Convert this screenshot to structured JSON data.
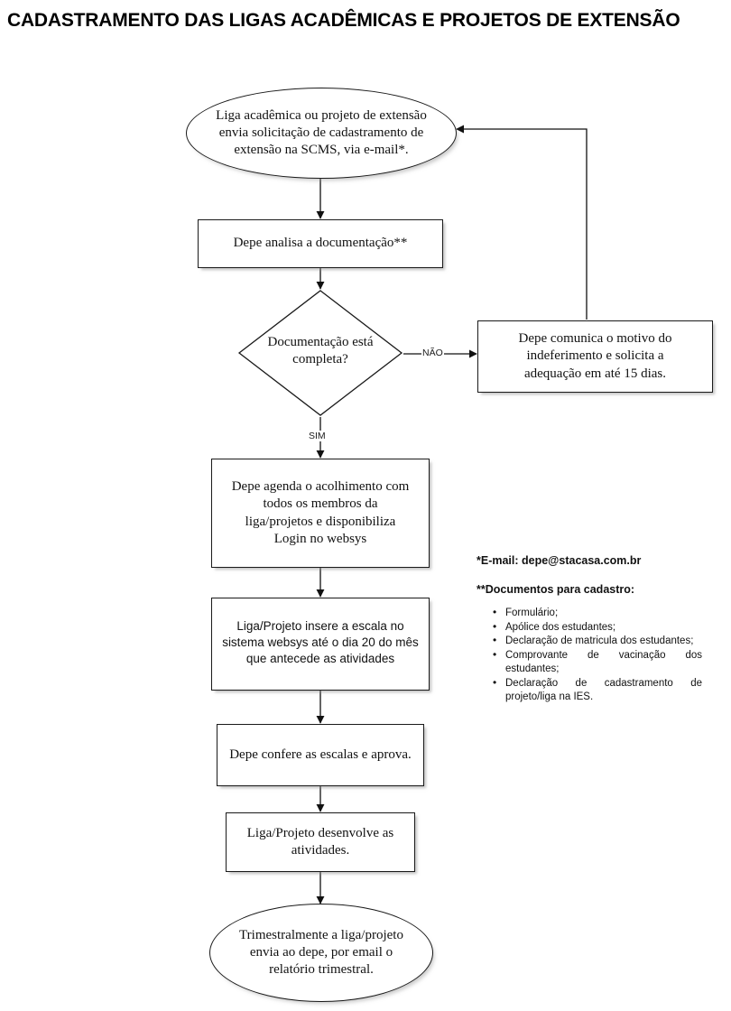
{
  "page": {
    "title": "CADASTRAMENTO DAS LIGAS ACADÊMICAS E PROJETOS DE EXTENSÃO",
    "background": "#ffffff",
    "stroke_color": "#1a1a1a"
  },
  "flow": {
    "start": {
      "shape": "ellipse",
      "text": "Liga acadêmica ou projeto de extensão envia solicitação de cadastramento de extensão na SCMS, via e-mail*."
    },
    "analyze": {
      "shape": "rectangle",
      "text": "Depe analisa a documentação**"
    },
    "decision": {
      "shape": "diamond",
      "text": "Documentação está completa?",
      "branch_no": "NÃO",
      "branch_yes": "SIM"
    },
    "reject": {
      "shape": "rectangle",
      "text": "Depe comunica o motivo do indeferimento e solicita a adequação em até 15 dias."
    },
    "schedule": {
      "shape": "rectangle",
      "text": "Depe agenda o acolhimento com todos os membros da liga/projetos e disponibiliza Login no websys"
    },
    "insert_scale": {
      "shape": "rectangle",
      "text": "Liga/Projeto insere a escala no sistema websys até o dia 20 do mês que antecede as atividades"
    },
    "check_scale": {
      "shape": "rectangle",
      "text": "Depe confere as escalas e aprova."
    },
    "develop": {
      "shape": "rectangle",
      "text": "Liga/Projeto desenvolve as atividades."
    },
    "end": {
      "shape": "ellipse",
      "text": "Trimestralmente a liga/projeto envia ao depe, por email o relatório trimestral."
    }
  },
  "legend": {
    "email_note": "*E-mail: depe@stacasa.com.br",
    "docs_title": "**Documentos para cadastro:",
    "docs": [
      "Formulário;",
      "Apólice dos estudantes;",
      "Declaração de matricula dos estudantes;",
      "Comprovante de vacinação dos estudantes;",
      "Declaração de cadastramento de projeto/liga na IES."
    ]
  }
}
